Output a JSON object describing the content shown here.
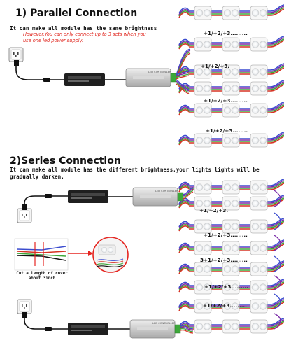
{
  "parallel": {
    "title": "1) Parallel Connection",
    "description": "It can make all module has the same brightness",
    "warning": "However,You can only connect up to 3 sets when you use one led power supply.",
    "chain_labels": [
      "+1/+2/+3.........",
      "+1/+2/+3.",
      "+1/+2/+3.........",
      "+1/+2/+3........"
    ]
  },
  "series": {
    "title": "2)Series Connection",
    "description": "It can make all module has the different brightness,your lights  lights will be gradually darken.",
    "cut_label": "Cut a length of cover about 3inch",
    "chain_labels": [
      "+1/+2/+3.",
      "+1/+2/+3.........",
      "3+1/+2/+3.........",
      "+1/+2/+3.........",
      "+1/+2/+3........."
    ]
  },
  "device": {
    "controller_label": "LED CONTROLLER"
  },
  "colors": {
    "warning": "#e0241c",
    "wire_blue": "#3b4ccf",
    "wire_purple": "#7a2aa8",
    "wire_green": "#3da83a",
    "wire_red": "#d63324",
    "wire_black": "#222222",
    "callout_red": "#e52520"
  }
}
